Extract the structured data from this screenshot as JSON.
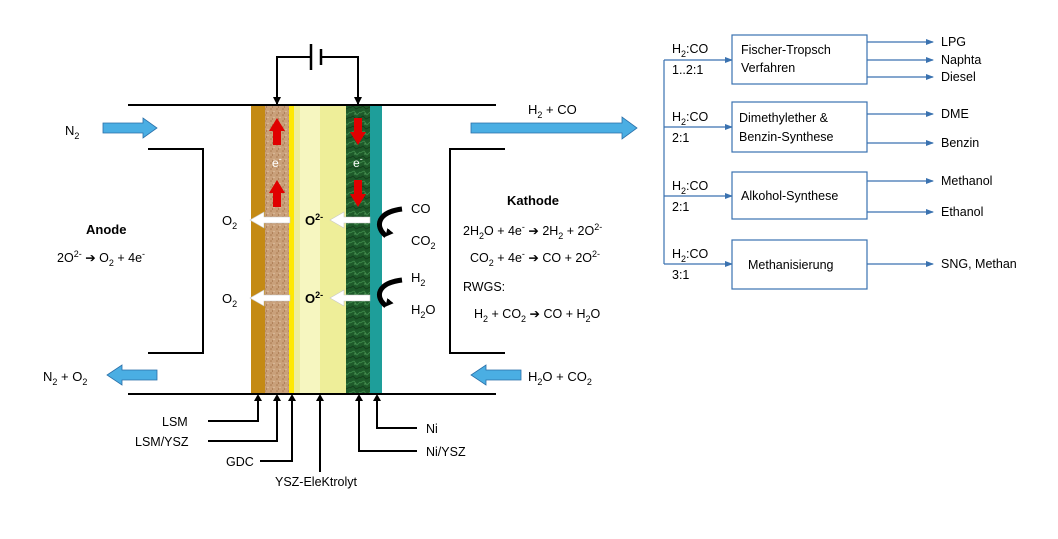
{
  "colors": {
    "blue_arrow": "#4aaee3",
    "lsm": "#c48a14",
    "lsm_ysz": "#c9a07a",
    "gdc": "#ffe800",
    "ysz": "#eeee99",
    "ni_ysz": "#1e5a2a",
    "ni": "#1e9e9a",
    "red_arrow": "#e00000",
    "flow_line": "#3a72b0"
  },
  "anode": {
    "label": "Anode",
    "reaction": {
      "a": "2O",
      "a_sup": "2-",
      "b": " O",
      "b_sub": "2",
      "c": " + 4e",
      "c_sup": "-"
    },
    "in": {
      "main": "N",
      "sub": "2"
    },
    "out": {
      "a": "N",
      "a_sub": "2",
      "b": " + O",
      "b_sub": "2"
    },
    "o2_top": {
      "main": "O",
      "sub": "2"
    },
    "o2_bottom": {
      "main": "O",
      "sub": "2"
    }
  },
  "cathode": {
    "label": "Kathode",
    "out": {
      "a": "H",
      "a_sub": "2",
      "b": " + CO"
    },
    "in": {
      "a": "H",
      "a_sub": "2",
      "b": "O + CO",
      "b_sub": "2"
    },
    "r1": {
      "a": "2H",
      "a_sub": "2",
      "b": "O + 4e",
      "b_sup": "-",
      "c": " 2H",
      "c_sub": "2",
      "d": " + 2O",
      "d_sup": "2-"
    },
    "r2": {
      "a": "CO",
      "a_sub": "2",
      "b": " + 4e",
      "b_sup": "-",
      "c": " CO + 2O",
      "c_sup": "2-"
    },
    "rwgs": "RWGS:",
    "r3": {
      "a": "H",
      "a_sub": "2",
      "b": " + CO",
      "b_sub": "2",
      "c": " CO + H",
      "c_sub": "2",
      "d": "O"
    },
    "co": "CO",
    "co2": {
      "main": "CO",
      "sub": "2"
    },
    "h2": {
      "main": "H",
      "sub": "2"
    },
    "h2o": {
      "a": "H",
      "sub": "2",
      "b": "O"
    }
  },
  "ions": {
    "o2_top": {
      "main": "O",
      "sup": "2-"
    },
    "o2_bottom": {
      "main": "O",
      "sup": "2-"
    }
  },
  "electron": {
    "main": "e",
    "sup": "-"
  },
  "layers": {
    "lsm": "LSM",
    "lsm_ysz": "LSM/YSZ",
    "gdc": "GDC",
    "electrolyte": "YSZ-EleKtrolyt",
    "ni": "Ni",
    "ni_ysz": "Ni/YSZ"
  },
  "flow": {
    "rows": [
      {
        "ratio_a": "H",
        "ratio_sub": "2",
        "ratio_b": ":CO",
        "ratio_value": "1..2:1",
        "process": [
          "Fischer-Tropsch",
          "Verfahren"
        ],
        "products": [
          "LPG",
          "Naphta",
          "Diesel"
        ]
      },
      {
        "ratio_a": "H",
        "ratio_sub": "2",
        "ratio_b": ":CO",
        "ratio_value": "2:1",
        "process": [
          "Dimethylether &",
          "Benzin-Synthese"
        ],
        "products": [
          "DME",
          "Benzin"
        ]
      },
      {
        "ratio_a": "H",
        "ratio_sub": "2",
        "ratio_b": ":CO",
        "ratio_value": "2:1",
        "process": [
          "Alkohol-Synthese"
        ],
        "products": [
          "Methanol",
          "Ethanol"
        ]
      },
      {
        "ratio_a": "H",
        "ratio_sub": "2",
        "ratio_b": ":CO",
        "ratio_value": "3:1",
        "process": [
          "Methanisierung"
        ],
        "products": [
          "SNG, Methan"
        ]
      }
    ]
  }
}
